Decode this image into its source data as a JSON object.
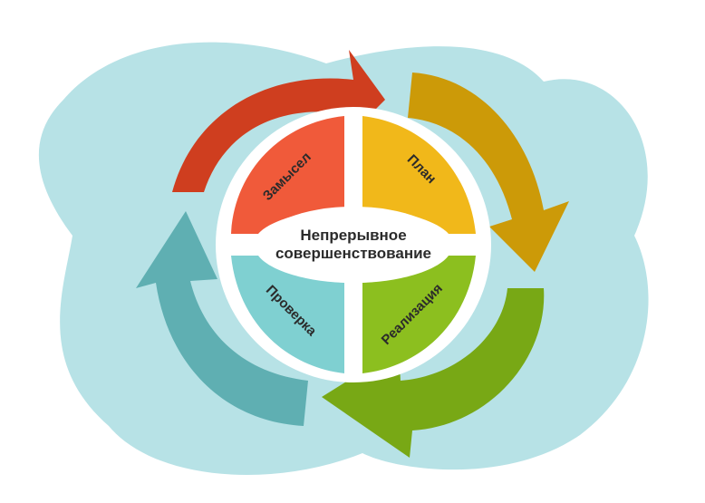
{
  "center": {
    "line1": "Непрерывное",
    "line2": "совершенствование"
  },
  "segments": [
    {
      "label": "Замысел",
      "color": "#f05a3a"
    },
    {
      "label": "План",
      "color": "#f1b81a"
    },
    {
      "label": "Реализация",
      "color": "#8cbf1f"
    },
    {
      "label": "Проверка",
      "color": "#7fd0d1"
    }
  ],
  "arrows": [
    {
      "color": "#cf3e1f"
    },
    {
      "color": "#cc9a08"
    },
    {
      "color": "#78a815"
    },
    {
      "color": "#5fafb2"
    }
  ],
  "background_color": "#b7e2e6"
}
